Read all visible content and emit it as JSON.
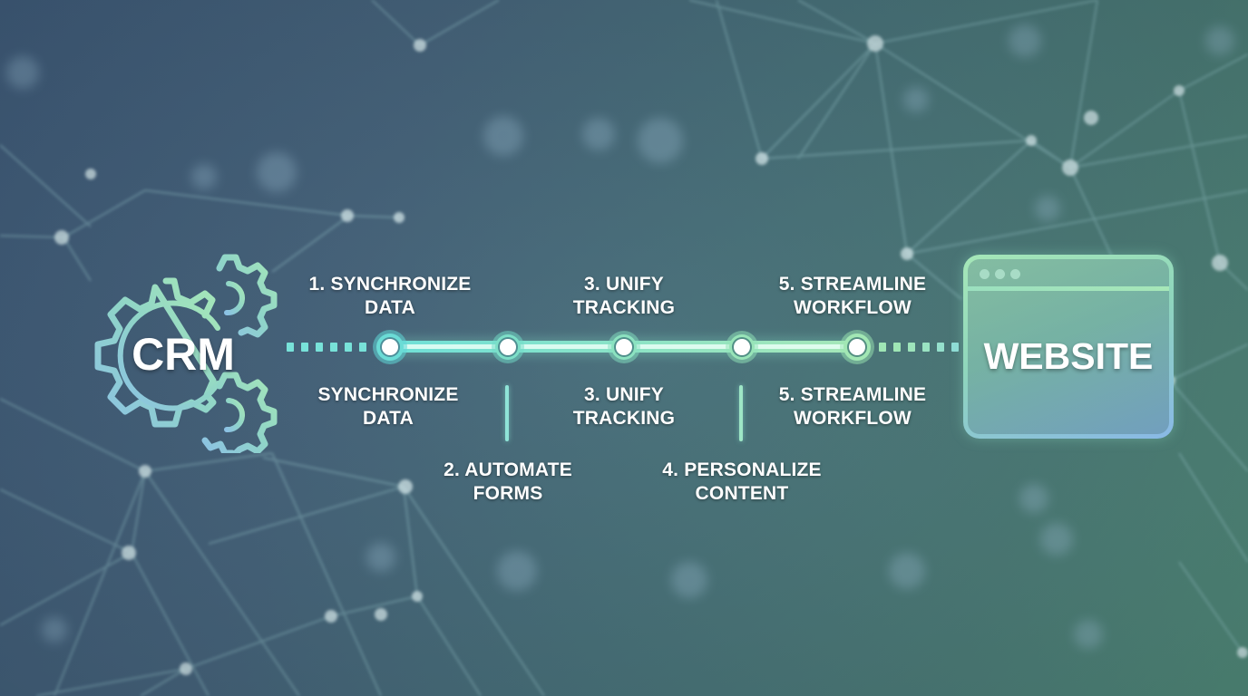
{
  "diagram": {
    "source_node": {
      "label": "CRM",
      "icon": "gears-icon"
    },
    "target_node": {
      "label": "WEBSITE",
      "icon": "browser-window-icon"
    },
    "window_dots": 3,
    "steps_above": [
      {
        "line1": "1. SYNCHRONIZE",
        "line2": "DATA"
      },
      {
        "line1": "3. UNIFY",
        "line2": "TRACKING"
      },
      {
        "line1": "5. STREAMLINE",
        "line2": "WORKFLOW"
      }
    ],
    "steps_below_upper": [
      {
        "line1": "SYNCHRONIZE",
        "line2": "DATA"
      },
      {
        "line1": "3. UNIFY",
        "line2": "TRACKING"
      },
      {
        "line1": "5. STREAMLINE",
        "line2": "WORKFLOW"
      }
    ],
    "steps_below_lower": [
      {
        "line1": "2. AUTOMATE",
        "line2": "FORMS"
      },
      {
        "line1": "4. PERSONALIZE",
        "line2": "CONTENT"
      }
    ],
    "timeline_nodes": 5
  },
  "colors": {
    "background_left": "#3e5a78",
    "background_right": "#4f8878",
    "accent_cyan": "#6fe0d8",
    "accent_green": "#a6e7b8",
    "accent_blue": "#89b8e6",
    "text": "#ffffff"
  }
}
